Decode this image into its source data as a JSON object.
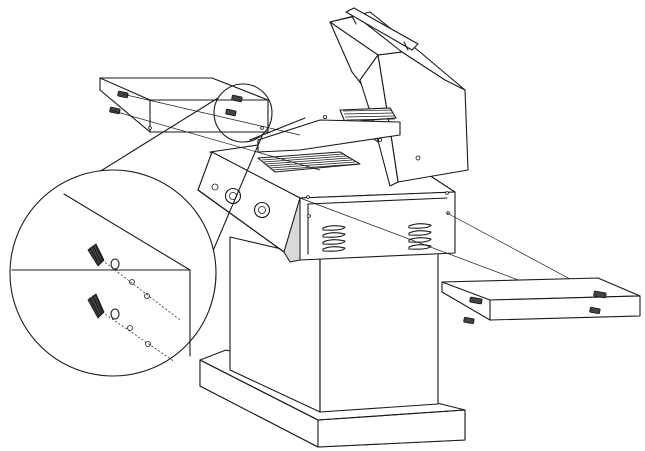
{
  "figure": {
    "subject": "grill-side-shelf-assembly",
    "line_color": "#1a1a1a",
    "fill_color": "#ffffff",
    "shade_color": "#d9d9d9",
    "parts": {
      "left_shelf": "left-side-shelf",
      "right_shelf": "right-side-shelf",
      "grill_head": "grill-head",
      "lid": "grill-lid",
      "control_panel": "control-panel",
      "cart": "cart-cabinet",
      "base": "cart-base",
      "detail": "fastener-detail-magnifier"
    },
    "knob_count": 2,
    "vent_groups": 2,
    "fastener_count_per_shelf": 2
  }
}
